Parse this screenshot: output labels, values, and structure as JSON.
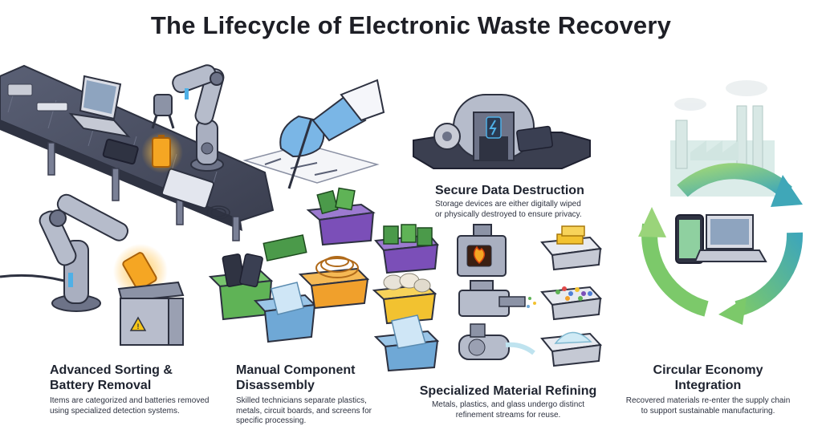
{
  "title": "The Lifecycle of Electronic Waste Recovery",
  "stages": [
    {
      "heading": "Advanced Sorting &\nBattery Removal",
      "text": "Items are categorized and batteries removed\nusing specialized detection systems."
    },
    {
      "heading": "Manual Component\nDisassembly",
      "text": "Skilled technicians separate plastics,\nmetals, circuit boards, and screens for\nspecific processing."
    },
    {
      "heading": "Secure Data Destruction",
      "text": "Storage devices are either digitally wiped\nor physically destroyed to ensure privacy."
    },
    {
      "heading": "Specialized Material Refining",
      "text": "Metals, plastics, and glass undergo distinct\nrefinement streams for reuse."
    },
    {
      "heading": "Circular Economy\nIntegration",
      "text": "Recovered materials re-enter the supply chain\nto support sustainable manufacturing."
    }
  ],
  "colors": {
    "conveyor": "#4a4f63",
    "robot_arm": "#8c93a6",
    "accent_blue": "#4fb0e6",
    "battery_glow": "#f5a623",
    "bin_green": "#5fb356",
    "bin_blue": "#6fa8d6",
    "bin_purple": "#7b4fb8",
    "bin_orange": "#f0a02c",
    "bin_yellow": "#f2c230",
    "cycle_green": "#6cc08a",
    "cycle_blue": "#3fa7b8"
  },
  "icons": [
    "conveyor-belt-icon",
    "robot-arm-icon",
    "battery-icon",
    "gloved-hand-icon",
    "sorting-bin-icon",
    "hard-drive-shredder-icon",
    "furnace-icon",
    "shredder-icon",
    "mill-icon",
    "gold-bars-icon",
    "plastic-pellets-icon",
    "glass-cullet-icon",
    "factory-icon",
    "circular-arrows-icon",
    "smartphone-icon",
    "laptop-icon"
  ]
}
